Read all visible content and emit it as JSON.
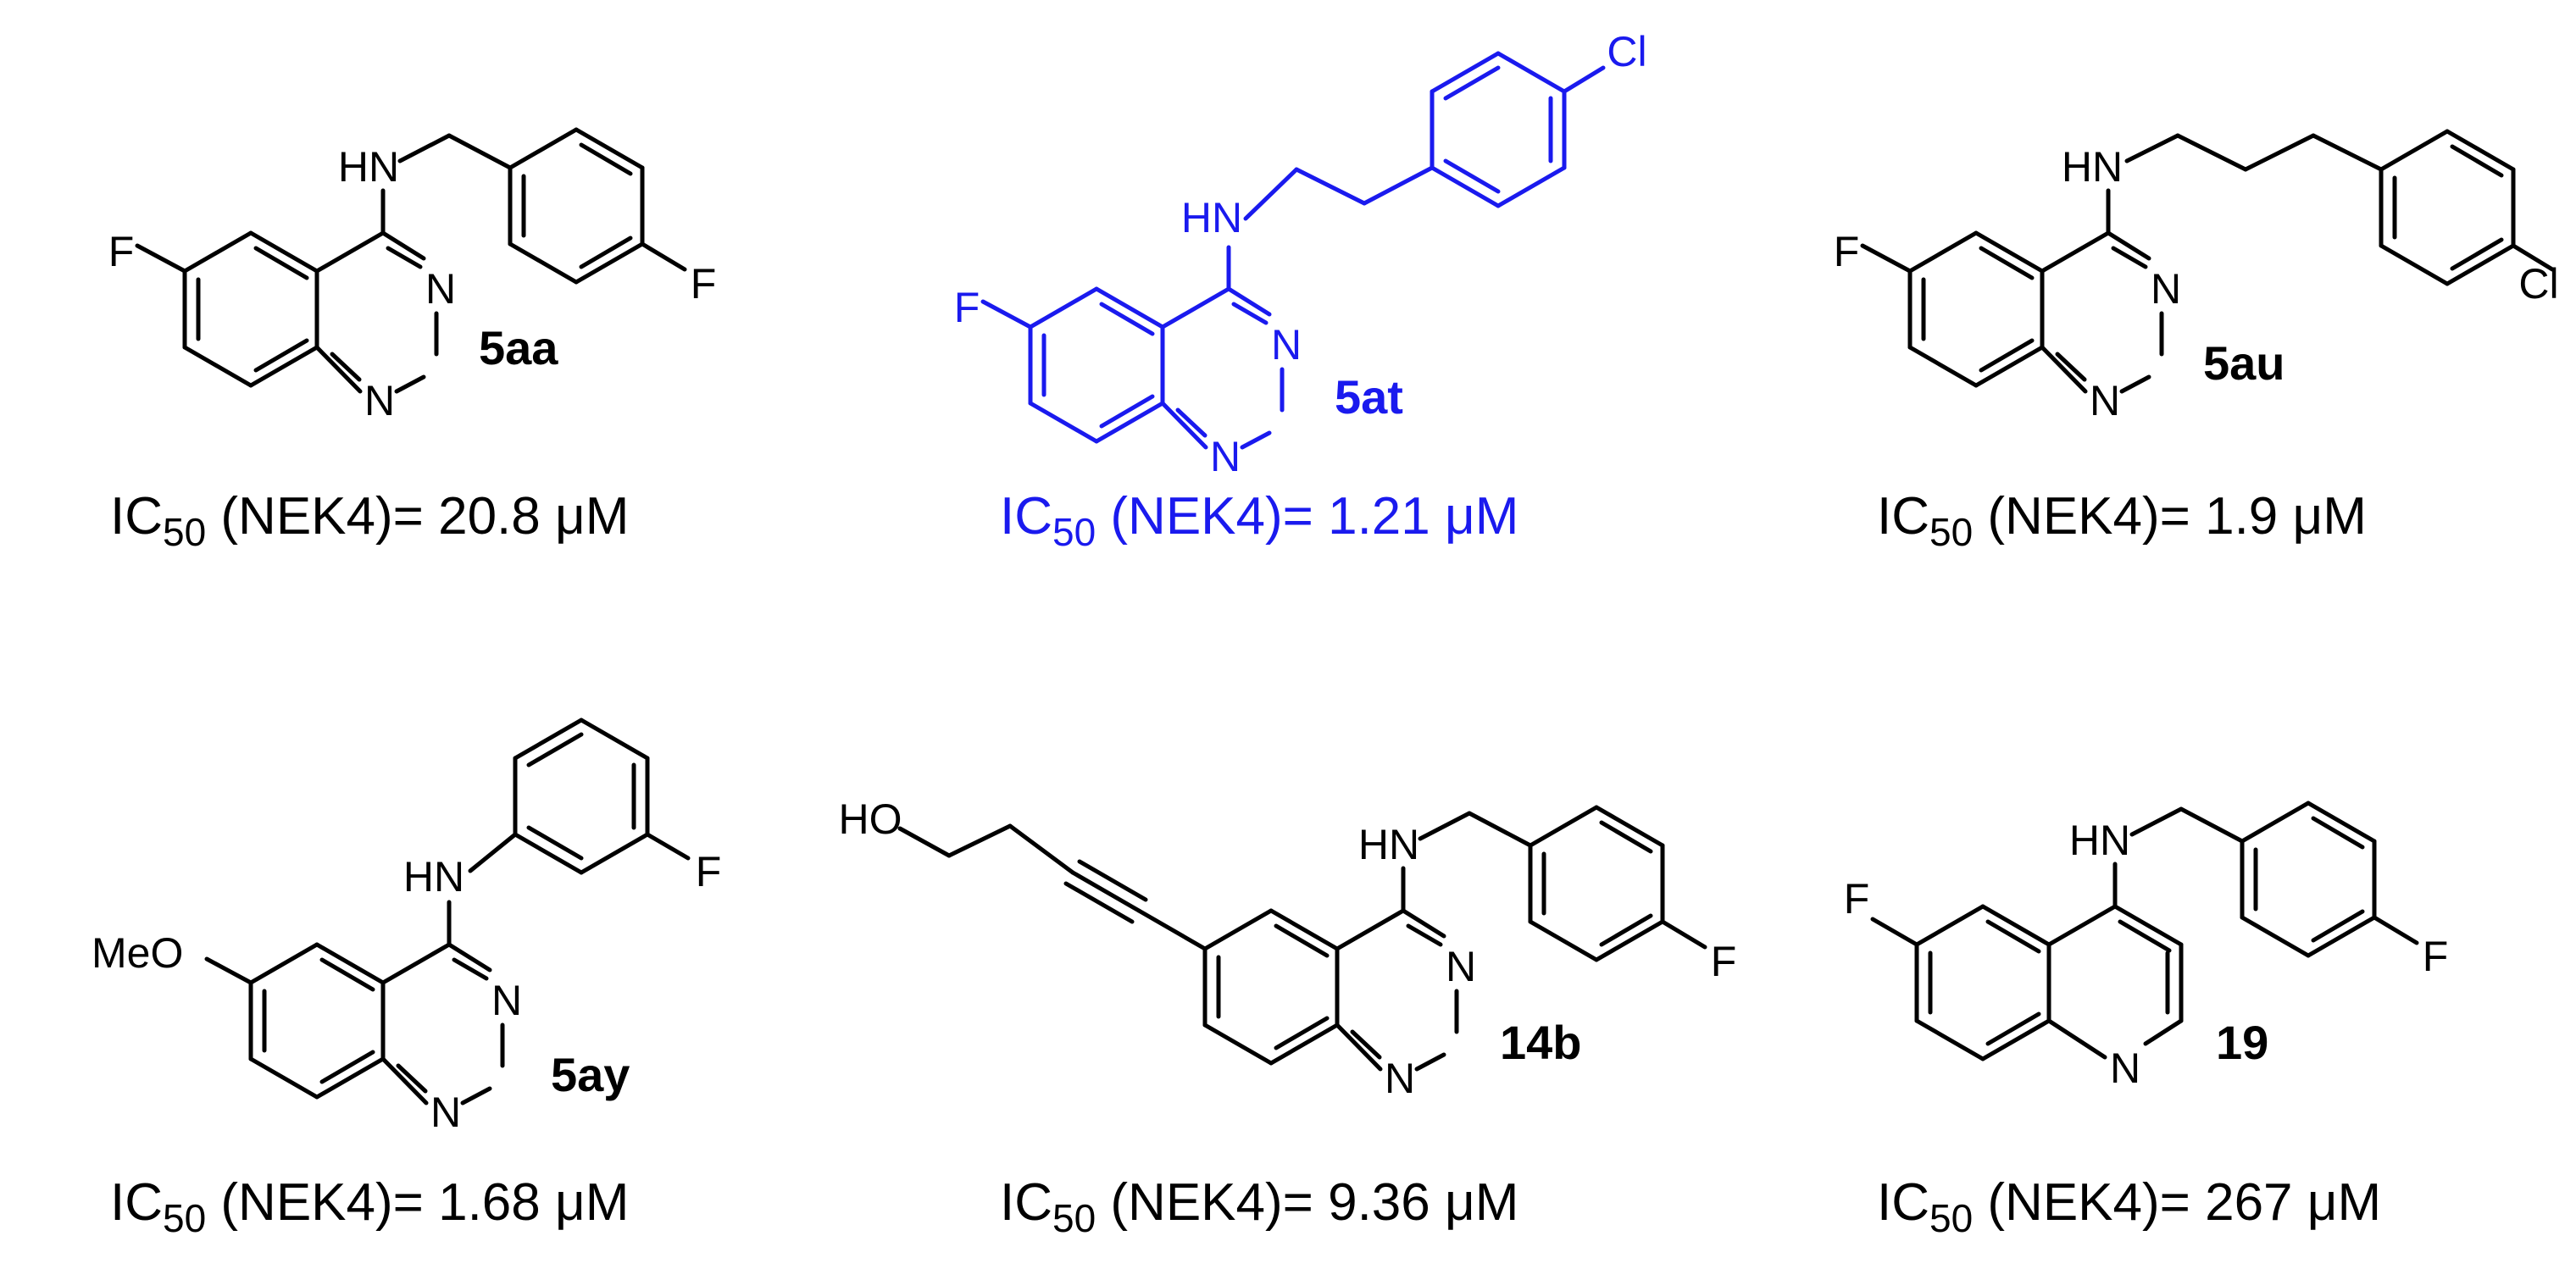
{
  "colors": {
    "default": "#000000",
    "highlight": "#1a1aee"
  },
  "ic_prefix": "IC",
  "ic_subscript": "50",
  "compounds": [
    {
      "id": "5aa",
      "label": "5aa",
      "ic_rest": " (NEK4)= 20.8 μM",
      "color": "#000000",
      "atoms": {
        "F_left": "F",
        "NH": "HN",
        "N1": "N",
        "N3": "N",
        "F_right": "F"
      }
    },
    {
      "id": "5at",
      "label": "5at",
      "ic_rest": " (NEK4)= 1.21 μM",
      "color": "#1a1aee",
      "atoms": {
        "F_left": "F",
        "NH": "HN",
        "N1": "N",
        "N3": "N",
        "Cl": "Cl"
      }
    },
    {
      "id": "5au",
      "label": "5au",
      "ic_rest": " (NEK4)= 1.9 μM",
      "color": "#000000",
      "atoms": {
        "F_left": "F",
        "NH": "HN",
        "N1": "N",
        "N3": "N",
        "Cl": "Cl"
      }
    },
    {
      "id": "5ay",
      "label": "5ay",
      "ic_rest": " (NEK4)= 1.68 μM",
      "color": "#000000",
      "atoms": {
        "MeO": "MeO",
        "NH": "HN",
        "N1": "N",
        "N3": "N",
        "F_right": "F"
      }
    },
    {
      "id": "14b",
      "label": "14b",
      "ic_rest": " (NEK4)= 9.36 μM",
      "color": "#000000",
      "atoms": {
        "HO": "HO",
        "NH": "HN",
        "N1": "N",
        "N3": "N",
        "F_right": "F"
      }
    },
    {
      "id": "19",
      "label": "19",
      "ic_rest": " (NEK4)= 267 μM",
      "color": "#000000",
      "atoms": {
        "F_left": "F",
        "NH": "HN",
        "N1": "N",
        "F_right": "F"
      }
    }
  ]
}
